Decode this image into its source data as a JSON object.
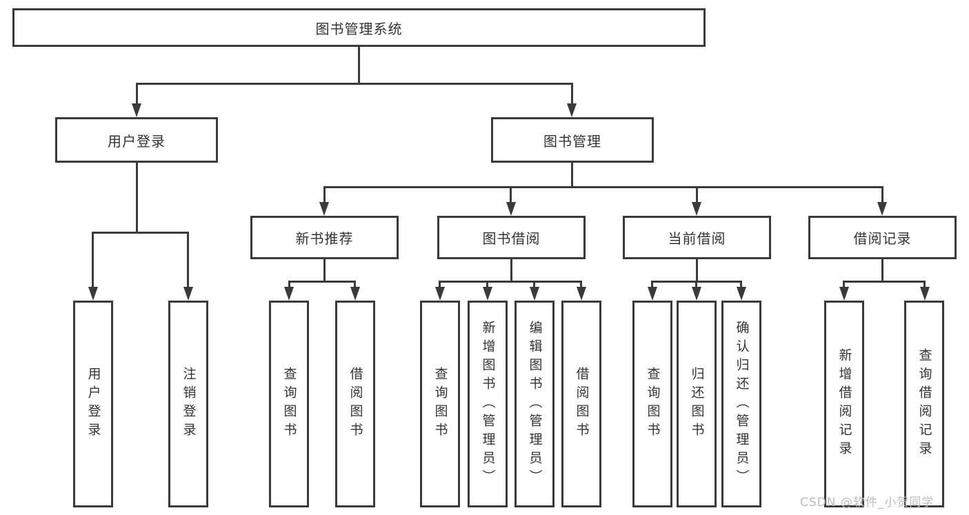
{
  "diagram": {
    "root": "图书管理系统",
    "level2": {
      "user_login": "用户登录",
      "book_management": "图书管理"
    },
    "level3": {
      "new_books": "新书推荐",
      "book_borrowing": "图书借阅",
      "current_borrowing": "当前借阅",
      "borrowing_records": "借阅记录"
    },
    "leaves": {
      "user_login": [
        "用户登录",
        "注销登录"
      ],
      "new_books": [
        "查询图书",
        "借阅图书"
      ],
      "book_borrowing": [
        "查询图书",
        "新增图书（管理员）",
        "编辑图书（管理员）",
        "借阅图书"
      ],
      "current_borrowing": [
        "查询图书",
        "归还图书",
        "确认归还（管理员）"
      ],
      "borrowing_records": [
        "新增借阅记录",
        "查询借阅记录"
      ]
    }
  },
  "watermark": "CSDN @软件_小贺同学",
  "colors": {
    "line": "#3a3a3a",
    "text": "#333333",
    "box_bg": "#ffffff",
    "watermark": "#bcbcbc"
  }
}
